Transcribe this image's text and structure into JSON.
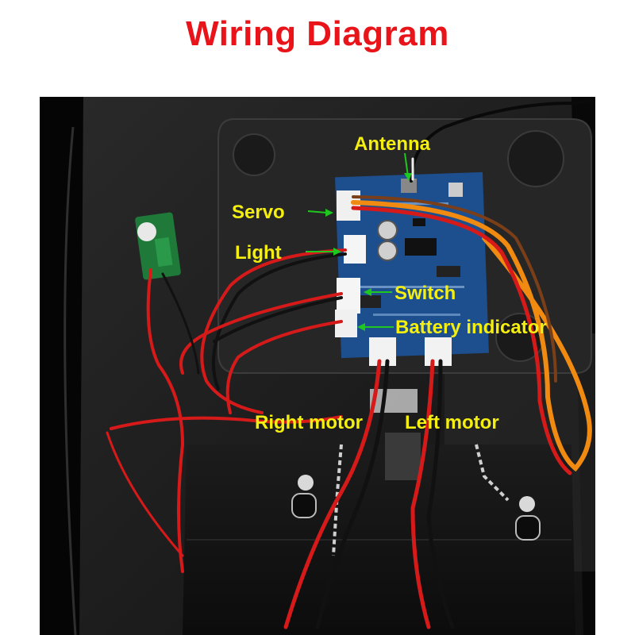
{
  "title": "Wiring Diagram",
  "labels": {
    "antenna": "Antenna",
    "servo": "Servo",
    "light": "Light",
    "switch": "Switch",
    "battery_indicator": "Battery indicator",
    "right_motor": "Right motor",
    "left_motor": "Left motor"
  },
  "colors": {
    "title": "#e8141a",
    "label": "#f5ef10",
    "arrow": "#1ec81e",
    "board": "#1d4f8f"
  }
}
